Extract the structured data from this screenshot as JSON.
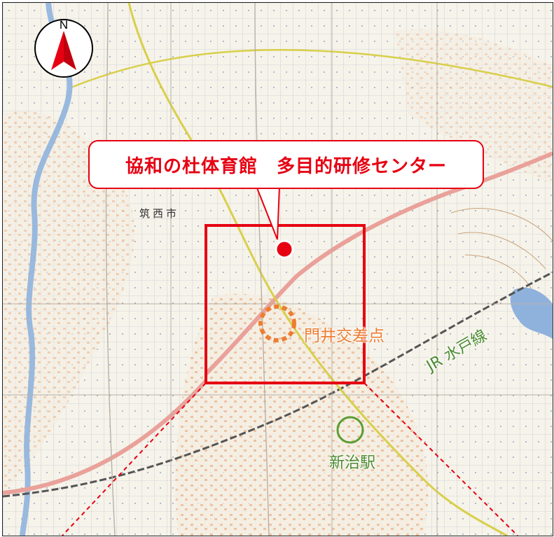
{
  "map": {
    "callout": "協和の杜体育館　多目的研修センター",
    "city": "筑西市",
    "junction": "門井交差点",
    "railway": "JR 水戸線",
    "station": "新治駅",
    "north": "N"
  },
  "colors": {
    "highlight_box": "#e60012",
    "venue_marker": "#e60012",
    "junction_marker": "#ed7d31",
    "station_marker": "#5a9e32",
    "railway_text": "#4b8a2f",
    "river": "#8fb2dd",
    "road_main": "#e9a19a",
    "road_yellow": "#d8cf4a"
  },
  "icons": [
    "compass-north-icon",
    "venue-marker-icon",
    "junction-marker-icon",
    "station-marker-icon"
  ]
}
